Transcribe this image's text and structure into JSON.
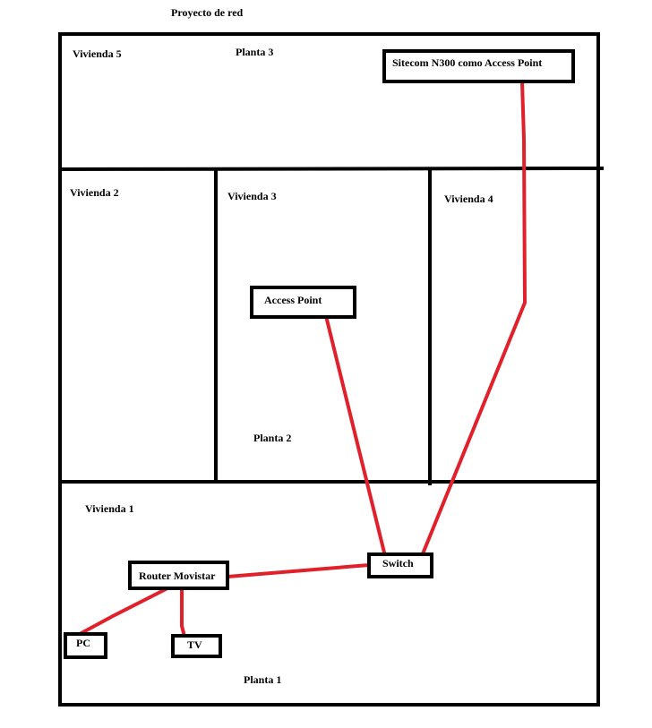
{
  "title": "Proyecto de red",
  "floors": {
    "planta_3": "Planta 3",
    "planta_2": "Planta 2",
    "planta_1": "Planta 1"
  },
  "dwellings": {
    "vivienda_1": "Vivienda 1",
    "vivienda_2": "Vivienda 2",
    "vivienda_3": "Vivienda 3",
    "vivienda_4": "Vivienda 4",
    "vivienda_5": "Vivienda 5"
  },
  "devices": {
    "sitecom": "Sitecom N300 como Access Point",
    "access_point": "Access Point",
    "switch": "Switch",
    "router": "Router Movistar",
    "pc": "PC",
    "tv": "TV"
  },
  "colors": {
    "walls": "#000000",
    "cables": "#e0202a",
    "background": "#ffffff"
  }
}
